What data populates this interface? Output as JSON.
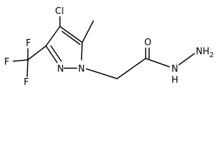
{
  "structure": {
    "atoms": {
      "cl": "Cl",
      "f_top": "F",
      "f_left": "F",
      "f_bottom": "F",
      "n2": "N",
      "n1": "N",
      "o": "O",
      "nh": "N",
      "nh_h": "H",
      "nh2": "NH",
      "nh2_sub": "2"
    },
    "colors": {
      "ink": "#000000",
      "background": "#ffffff"
    }
  }
}
